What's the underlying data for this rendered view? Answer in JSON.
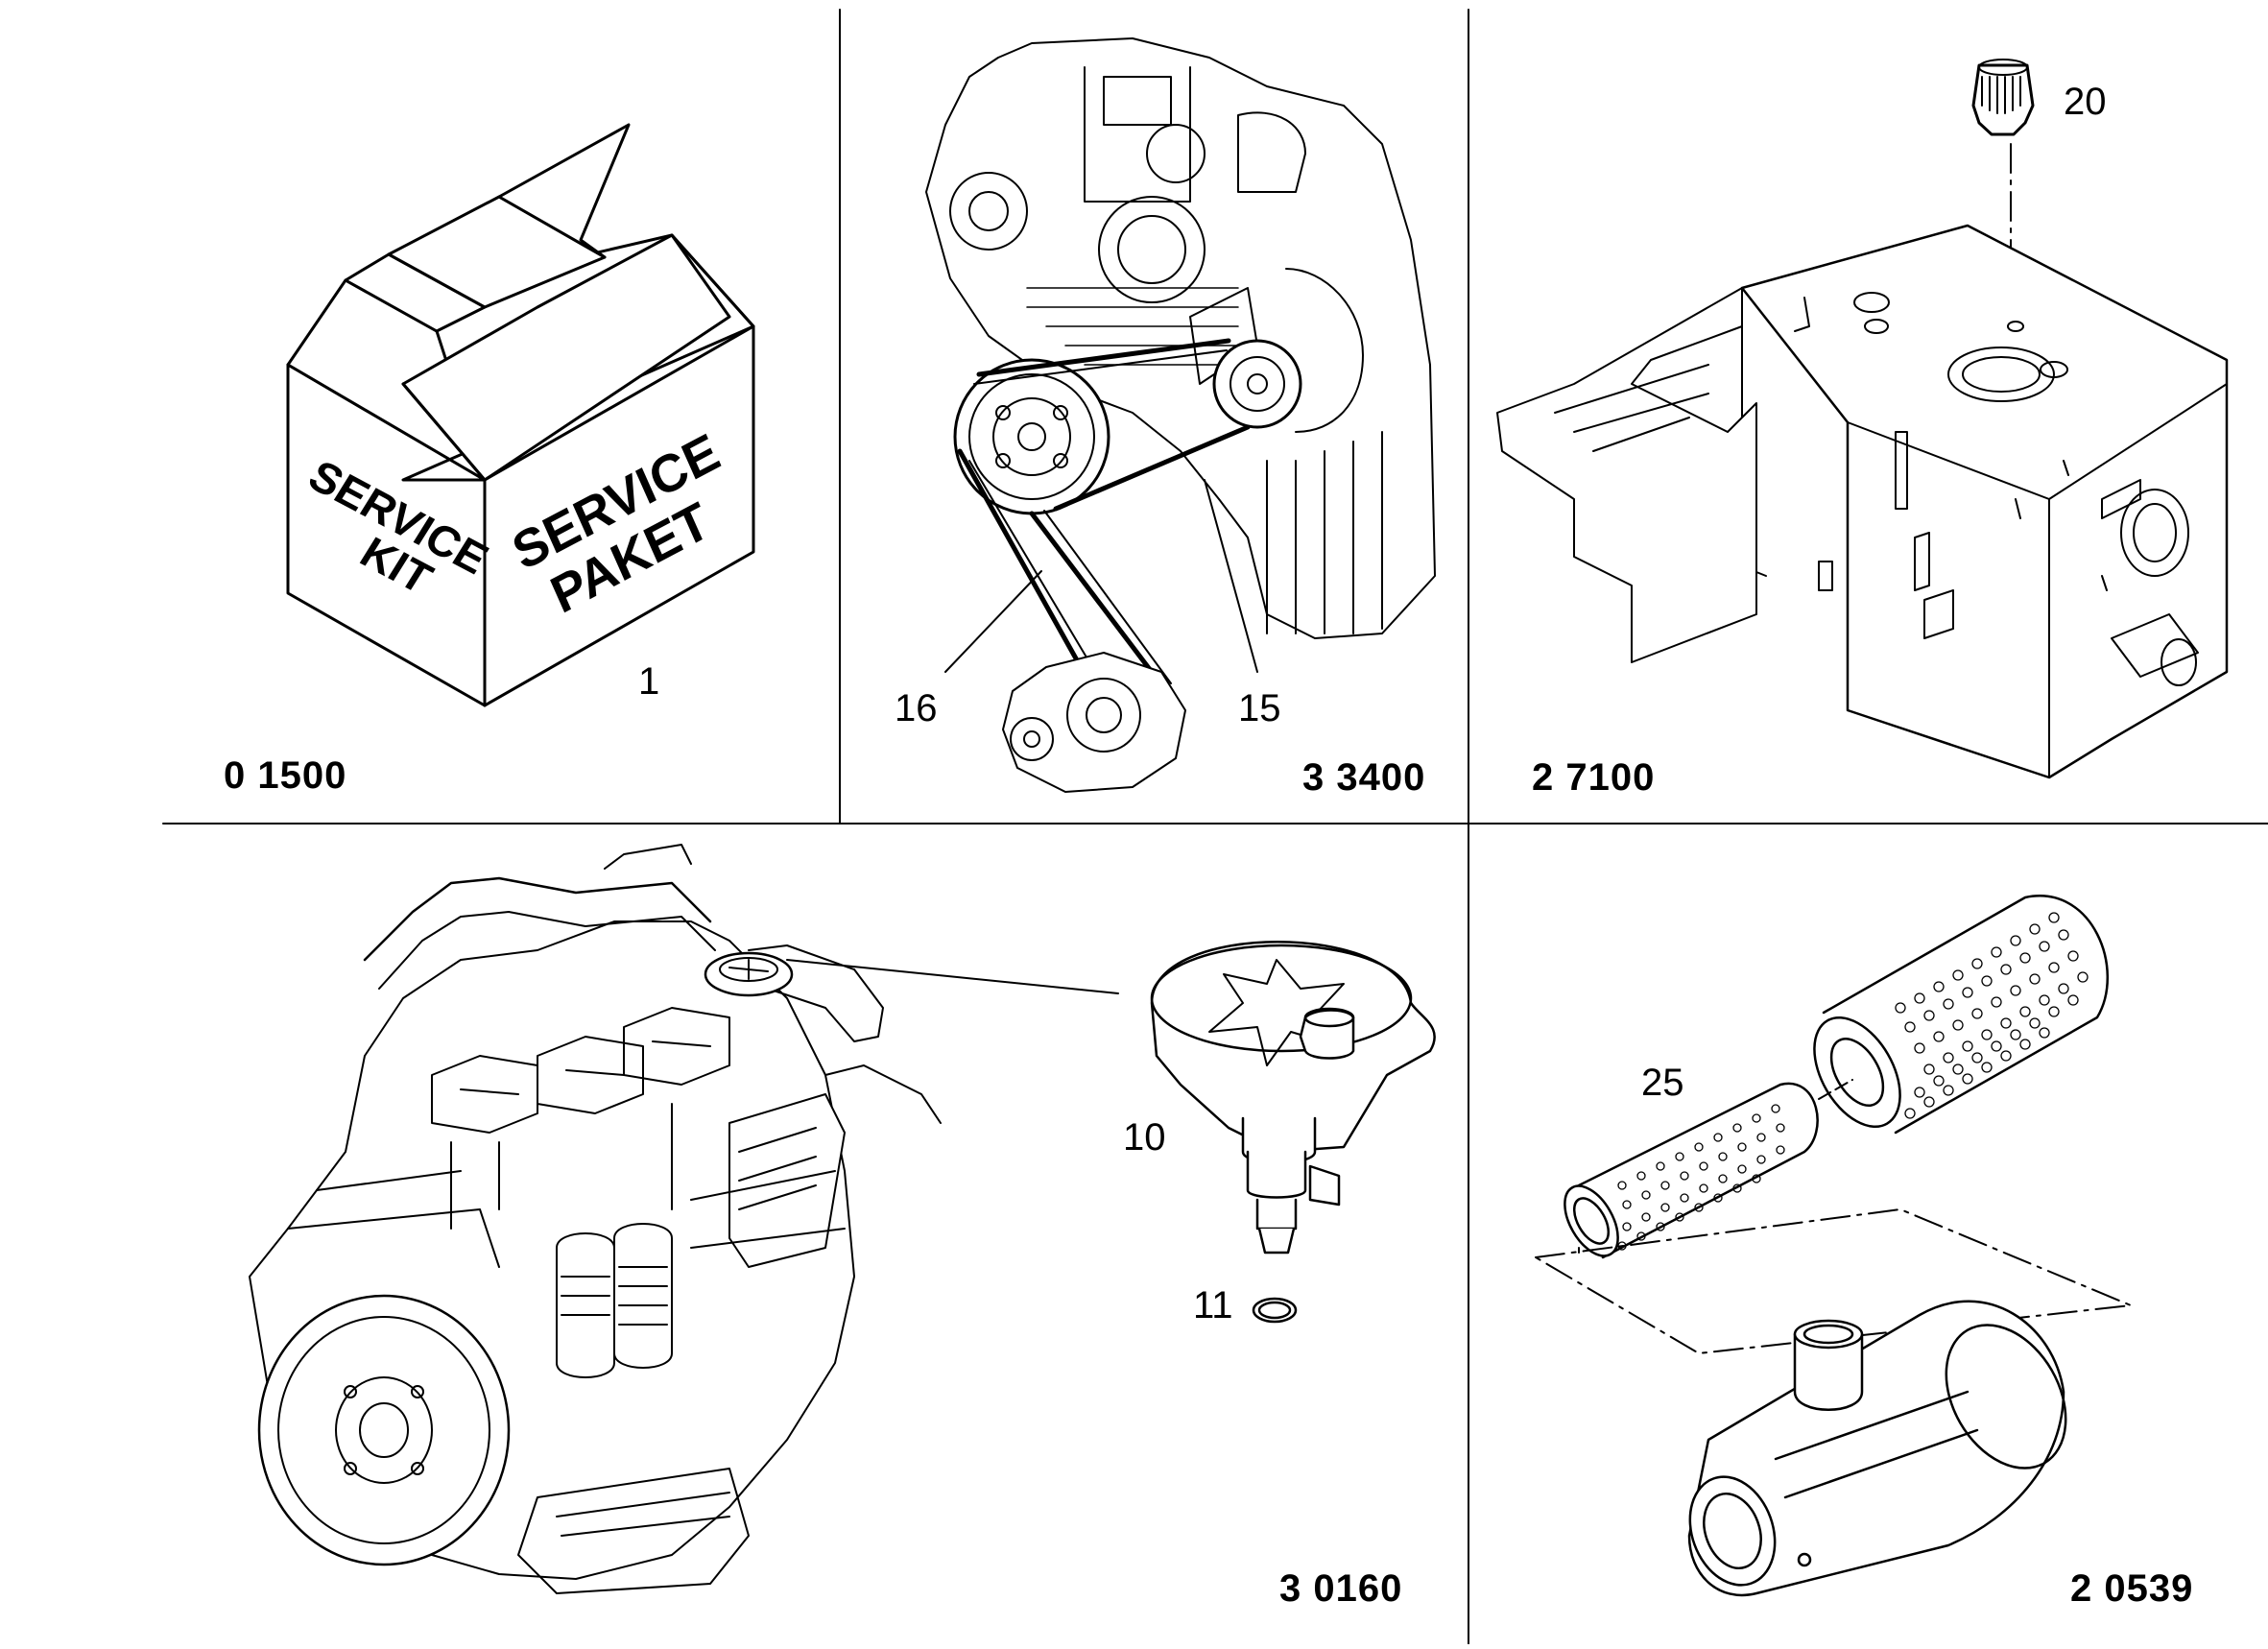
{
  "panels": [
    {
      "id": "service-kit",
      "group_code": "0 1500",
      "callouts": [
        "1"
      ],
      "box_text_left": [
        "SERVICE",
        "KIT"
      ],
      "box_text_right": [
        "SERVICE",
        "PAKET"
      ]
    },
    {
      "id": "belt-drive",
      "group_code": "3 3400",
      "callouts": [
        "16",
        "15"
      ]
    },
    {
      "id": "tank",
      "group_code": "2 7100",
      "callouts": [
        "20"
      ]
    },
    {
      "id": "engine-breather",
      "group_code": "3 0160",
      "callouts": [
        "10",
        "11"
      ]
    },
    {
      "id": "air-filter",
      "group_code": "2 0539",
      "callouts": [
        "25"
      ]
    }
  ]
}
